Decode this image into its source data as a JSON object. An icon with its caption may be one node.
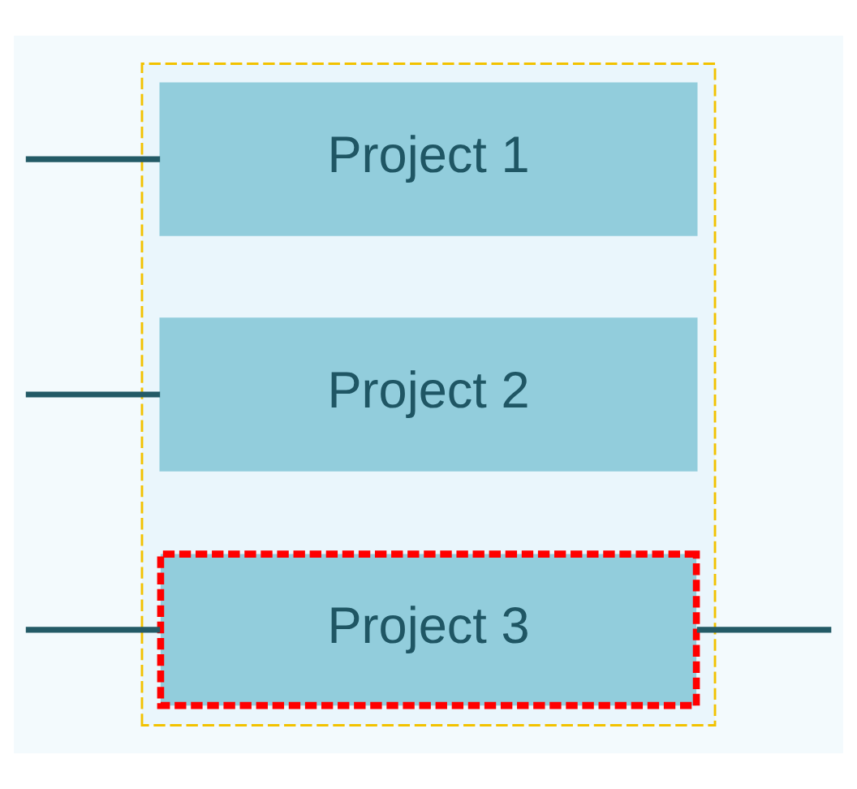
{
  "diagram": {
    "nodes": [
      {
        "text": [],
        "shape": "box"
      },
      {
        "text": [
          "Project 1"
        ],
        "in": 0
      },
      {
        "text": [
          "Project 2"
        ],
        "in": 0
      },
      {
        "text": [
          "Project 3"
        ],
        "in": 0
      }
    ],
    "edges": [
      {
        "from": null,
        "to": 1,
        "arrow": "none"
      },
      {
        "from": null,
        "to": 2,
        "arrow": "none"
      },
      {
        "from": null,
        "to": 3,
        "arrow": "none"
      },
      {
        "from": 3,
        "to": null,
        "arrow": "none"
      }
    ]
  }
}
